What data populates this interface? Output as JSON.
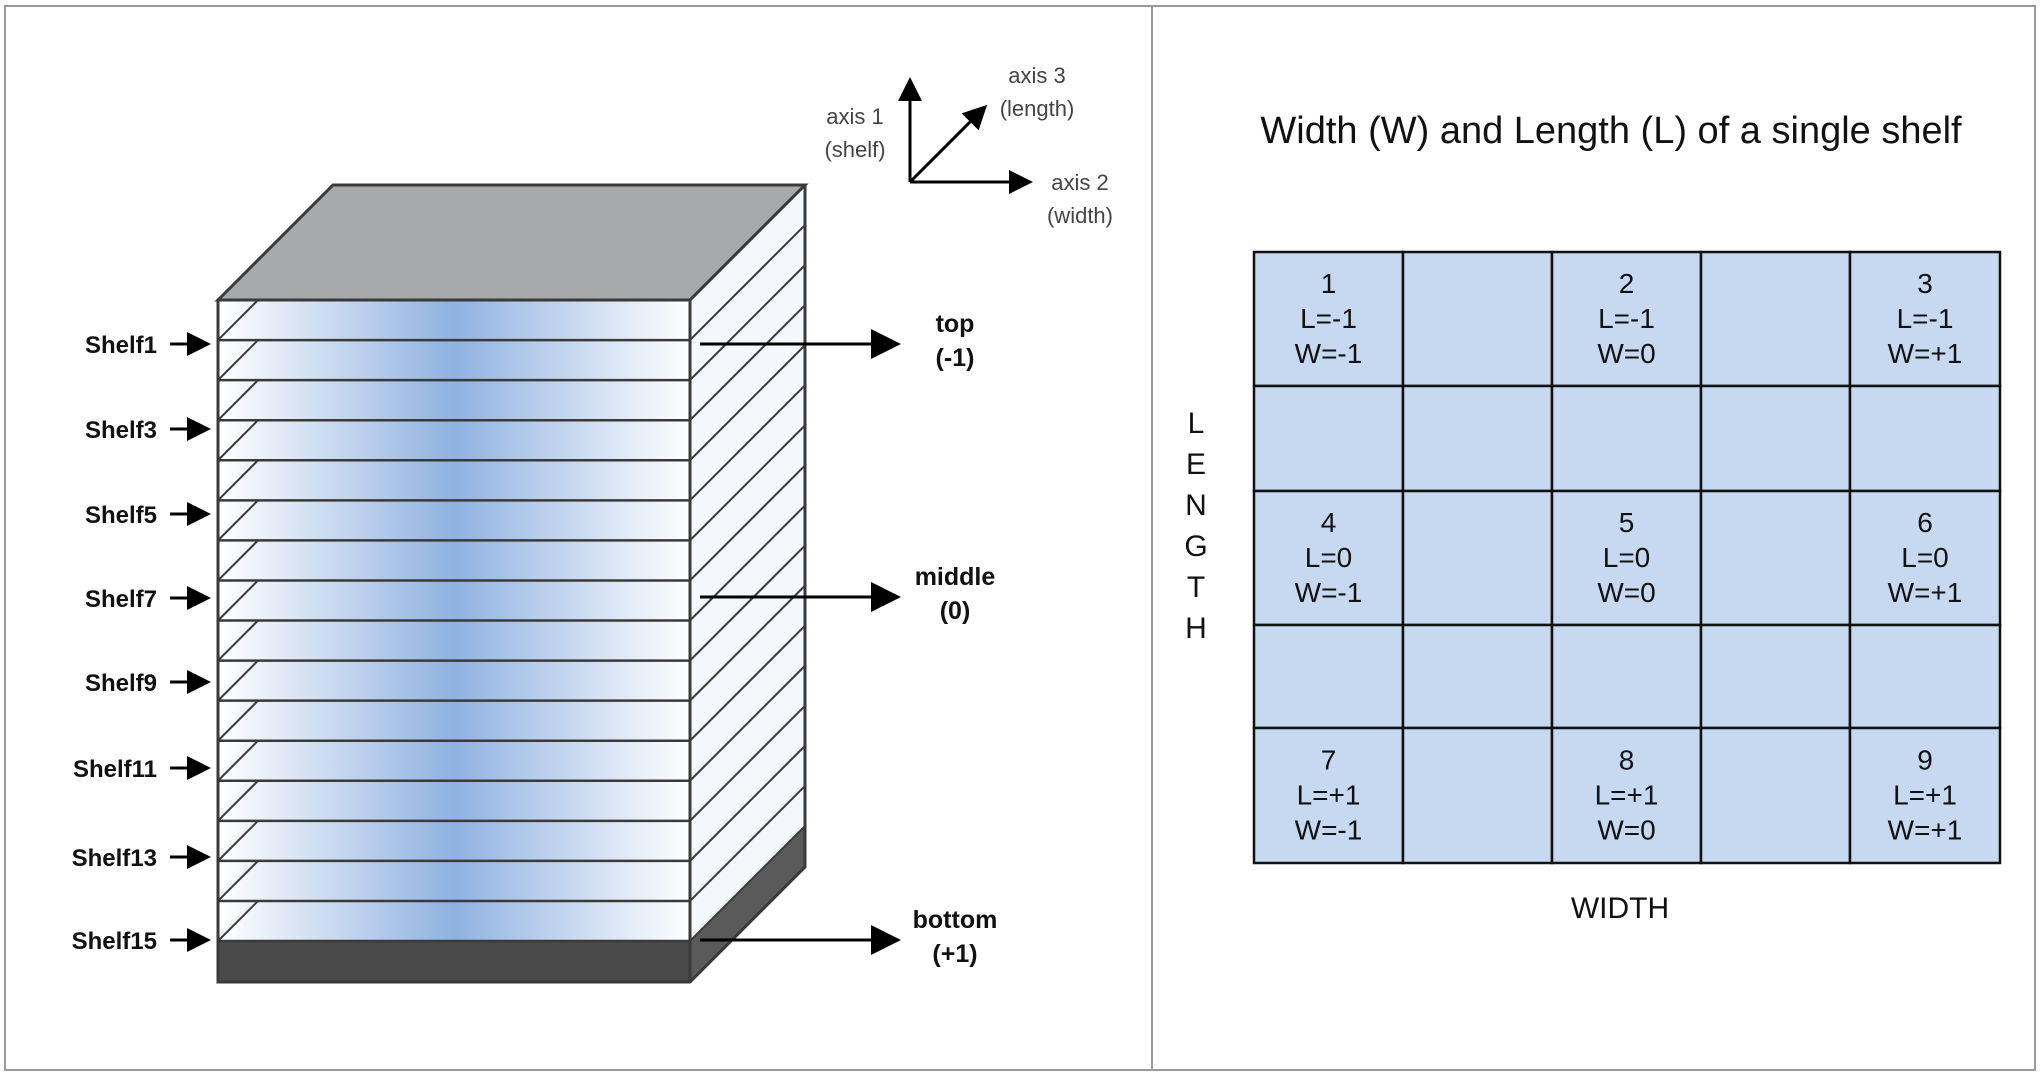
{
  "left_panel": {
    "shelf_labels": [
      "Shelf1",
      "Shelf3",
      "Shelf5",
      "Shelf7",
      "Shelf9",
      "Shelf11",
      "Shelf13",
      "Shelf15"
    ],
    "position_labels": [
      {
        "name": "top",
        "value": "(-1)"
      },
      {
        "name": "middle",
        "value": "(0)"
      },
      {
        "name": "bottom",
        "value": "(+1)"
      }
    ],
    "axes": {
      "axis1": {
        "label": "axis 1",
        "sub": "(shelf)"
      },
      "axis2": {
        "label": "axis 2",
        "sub": "(width)"
      },
      "axis3": {
        "label": "axis 3",
        "sub": "(length)"
      }
    },
    "colors": {
      "top_face": "#a7a9aa",
      "bottom_face": "#4a4a4a",
      "shelf_center": "#8fb2e1",
      "shelf_edge": "#ffffff",
      "line": "#3a3a3a"
    }
  },
  "right_panel": {
    "title": "Width (W) and Length (L)  of a single shelf",
    "length_label": "LENGTH",
    "width_label": "WIDTH",
    "cell_color": "#c6d9f0",
    "grid": [
      [
        {
          "n": "1",
          "l": "L=-1",
          "w": "W=-1"
        },
        null,
        {
          "n": "2",
          "l": "L=-1",
          "w": "W=0"
        },
        null,
        {
          "n": "3",
          "l": "L=-1",
          "w": "W=+1"
        }
      ],
      [
        null,
        null,
        null,
        null,
        null
      ],
      [
        {
          "n": "4",
          "l": "L=0",
          "w": "W=-1"
        },
        null,
        {
          "n": "5",
          "l": "L=0",
          "w": "W=0"
        },
        null,
        {
          "n": "6",
          "l": "L=0",
          "w": "W=+1"
        }
      ],
      [
        null,
        null,
        null,
        null,
        null
      ],
      [
        {
          "n": "7",
          "l": "L=+1",
          "w": "W=-1"
        },
        null,
        {
          "n": "8",
          "l": "L=+1",
          "w": "W=0"
        },
        null,
        {
          "n": "9",
          "l": "L=+1",
          "w": "W=+1"
        }
      ]
    ]
  }
}
